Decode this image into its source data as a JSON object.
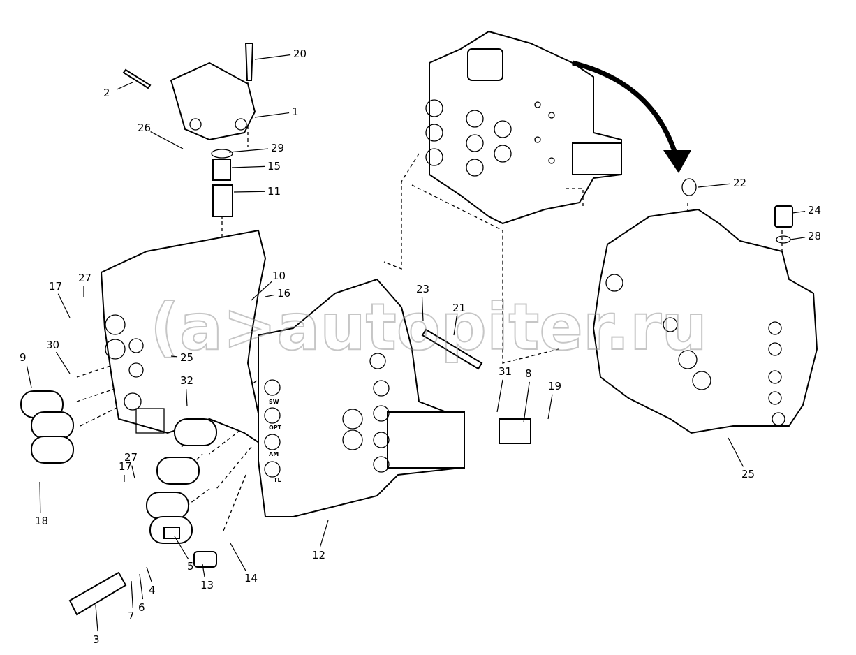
{
  "diagram": {
    "watermark": "(a>autopiter.ru",
    "port_labels": [
      "SW",
      "OPT",
      "AM",
      "TL"
    ],
    "callouts": [
      "20",
      "2",
      "1",
      "26",
      "29",
      "15",
      "11",
      "10",
      "16",
      "17",
      "27",
      "30",
      "9",
      "25",
      "32",
      "23",
      "21",
      "31",
      "8",
      "19",
      "22",
      "24",
      "28",
      "25",
      "17",
      "27",
      "18",
      "12",
      "5",
      "13",
      "14",
      "4",
      "6",
      "7",
      "3"
    ]
  }
}
